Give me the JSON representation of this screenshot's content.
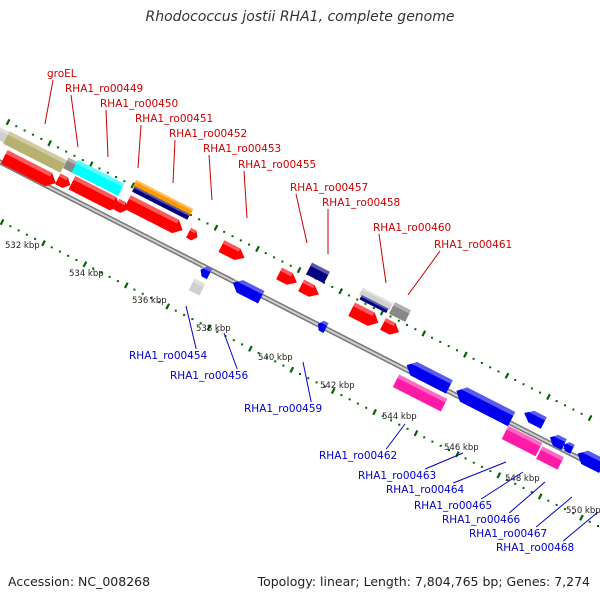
{
  "title": "Rhodococcus jostii RHA1, complete genome",
  "footer": {
    "accession": "Accession: NC_008268",
    "summary": "Topology: linear; Length: 7,804,765 bp; Genes: 7,274"
  },
  "colors": {
    "forward_label": "#cc0000",
    "reverse_label": "#0000cc",
    "red": "#ff0000",
    "blue": "#0000ee",
    "cyan": "#00ffff",
    "olive": "#b8b070",
    "orange": "#ff9900",
    "navy": "#000080",
    "magenta": "#ff1aa8",
    "gray": "#888888",
    "lightgray": "#d0d0d0",
    "tick": "#006600"
  },
  "kbp_labels": [
    "532 kbp",
    "534 kbp",
    "536 kbp",
    "538 kbp",
    "540 kbp",
    "542 kbp",
    "544 kbp",
    "546 kbp",
    "548 kbp",
    "550 kbp"
  ],
  "top_labels": [
    "groEL",
    "RHA1_ro00449",
    "RHA1_ro00450",
    "RHA1_ro00451",
    "RHA1_ro00452",
    "RHA1_ro00453",
    "RHA1_ro00455",
    "RHA1_ro00457",
    "RHA1_ro00458",
    "RHA1_ro00460",
    "RHA1_ro00461"
  ],
  "bottom_labels": [
    "RHA1_ro00454",
    "RHA1_ro00456",
    "RHA1_ro00459",
    "RHA1_ro00462",
    "RHA1_ro00463",
    "RHA1_ro00464",
    "RHA1_ro00465",
    "RHA1_ro00466",
    "RHA1_ro00467",
    "RHA1_ro00468"
  ]
}
